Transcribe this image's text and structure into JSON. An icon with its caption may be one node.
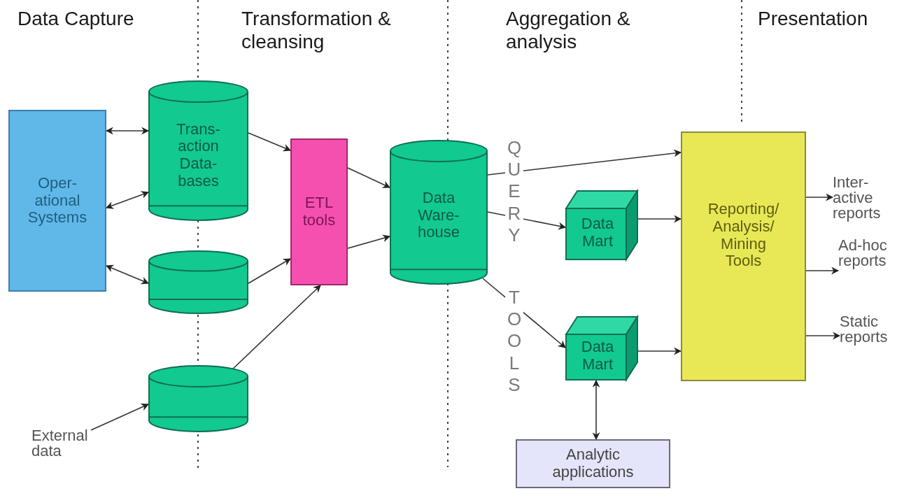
{
  "diagram": {
    "nodes": [
      {
        "text": [
          "Oper- ational Systems"
        ]
      },
      {
        "text": [
          "Trans- action Data- bases"
        ]
      },
      {
        "text": [],
        "shape": "cylinder"
      },
      {
        "text": [],
        "shape": "cylinder"
      },
      {
        "text": [
          "External data"
        ]
      },
      {
        "text": [
          "ETL tools"
        ]
      },
      {
        "text": [
          "Data Ware- house"
        ]
      },
      {
        "text": [
          "Data Mart"
        ]
      },
      {
        "text": [
          "Data Mart"
        ]
      },
      {
        "text": [
          "Reporting/ Analysis/ Mining Tools"
        ]
      },
      {
        "text": [
          "Inter- active reports"
        ]
      },
      {
        "text": [
          "Ad-hoc reports"
        ]
      },
      {
        "text": [
          "Static reports"
        ]
      },
      {
        "text": [
          "Analytic applications"
        ]
      }
    ],
    "edges": [
      {
        "from": 0,
        "to": 1,
        "arrow": "both"
      },
      {
        "from": 0,
        "to": 1,
        "arrow": "both"
      },
      {
        "from": 0,
        "to": 2,
        "arrow": "both"
      },
      {
        "from": 1,
        "to": 5,
        "arrow": "to"
      },
      {
        "from": 2,
        "to": 5,
        "arrow": "to"
      },
      {
        "from": 3,
        "to": 5,
        "arrow": "to"
      },
      {
        "from": 4,
        "to": 3,
        "arrow": "to"
      },
      {
        "from": 5,
        "to": 6,
        "arrow": "to"
      },
      {
        "from": 5,
        "to": 6,
        "arrow": "to"
      },
      {
        "from": 6,
        "to": 9,
        "arrow": "to"
      },
      {
        "from": 6,
        "to": 7,
        "arrow": "to"
      },
      {
        "from": 6,
        "to": 8,
        "arrow": "to"
      },
      {
        "from": 7,
        "to": 9,
        "arrow": "to"
      },
      {
        "from": 8,
        "to": 9,
        "arrow": "to"
      },
      {
        "from": 8,
        "to": 13,
        "arrow": "both"
      },
      {
        "from": 9,
        "to": 10,
        "arrow": "to"
      },
      {
        "from": 9,
        "to": 11,
        "arrow": "to"
      },
      {
        "from": 9,
        "to": 12,
        "arrow": "to"
      }
    ],
    "labels": [
      "Data Capture",
      "Transformation & cleansing",
      "Aggregation & analysis",
      "Presentation",
      "QUERY",
      "TOOLS"
    ]
  }
}
